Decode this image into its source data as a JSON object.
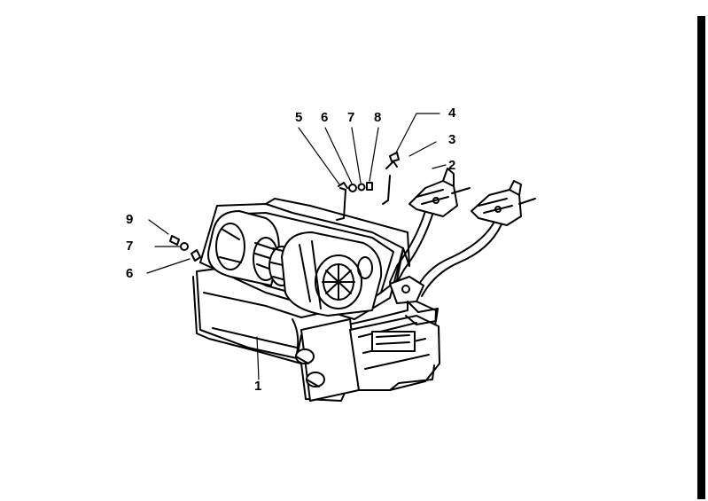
{
  "callouts": {
    "c1": "1",
    "c2": "2",
    "c3": "3",
    "c4": "4",
    "c5": "5",
    "c6_top": "6",
    "c7_top": "7",
    "c8": "8",
    "c9_left": "9",
    "c7_left": "7",
    "c6_left": "6"
  },
  "colors": {
    "ink": "#000000",
    "paper": "#ffffff"
  }
}
